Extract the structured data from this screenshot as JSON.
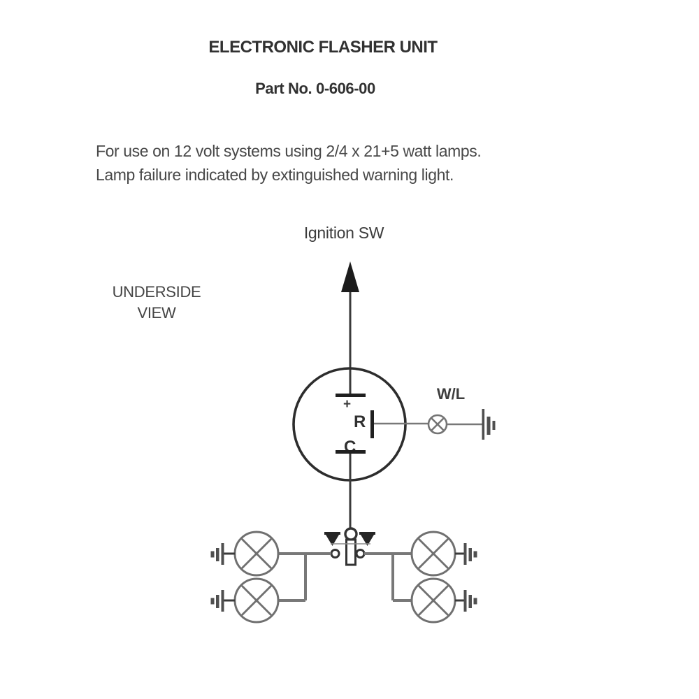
{
  "page": {
    "title": "ELECTRONIC FLASHER UNIT",
    "part_no": "Part No. 0-606-00",
    "description_line1": "For use on 12 volt systems using 2/4 x 21+5 watt lamps.",
    "description_line2": "Lamp failure indicated by extinguished warning light."
  },
  "diagram": {
    "labels": {
      "ignition": "Ignition SW",
      "view_line1": "UNDERSIDE",
      "view_line2": "VIEW",
      "warning_lamp": "W/L",
      "terminal_plus": "+",
      "terminal_r": "R",
      "terminal_c": "C"
    },
    "colors": {
      "line_dark": "#2d2d2d",
      "wire_gray": "#787878",
      "lamp_gray": "#707070",
      "ground_gray": "#4f4f4f",
      "contact_dark": "#262626",
      "text_dark": "#313131",
      "text_gray": "#484848"
    }
  }
}
